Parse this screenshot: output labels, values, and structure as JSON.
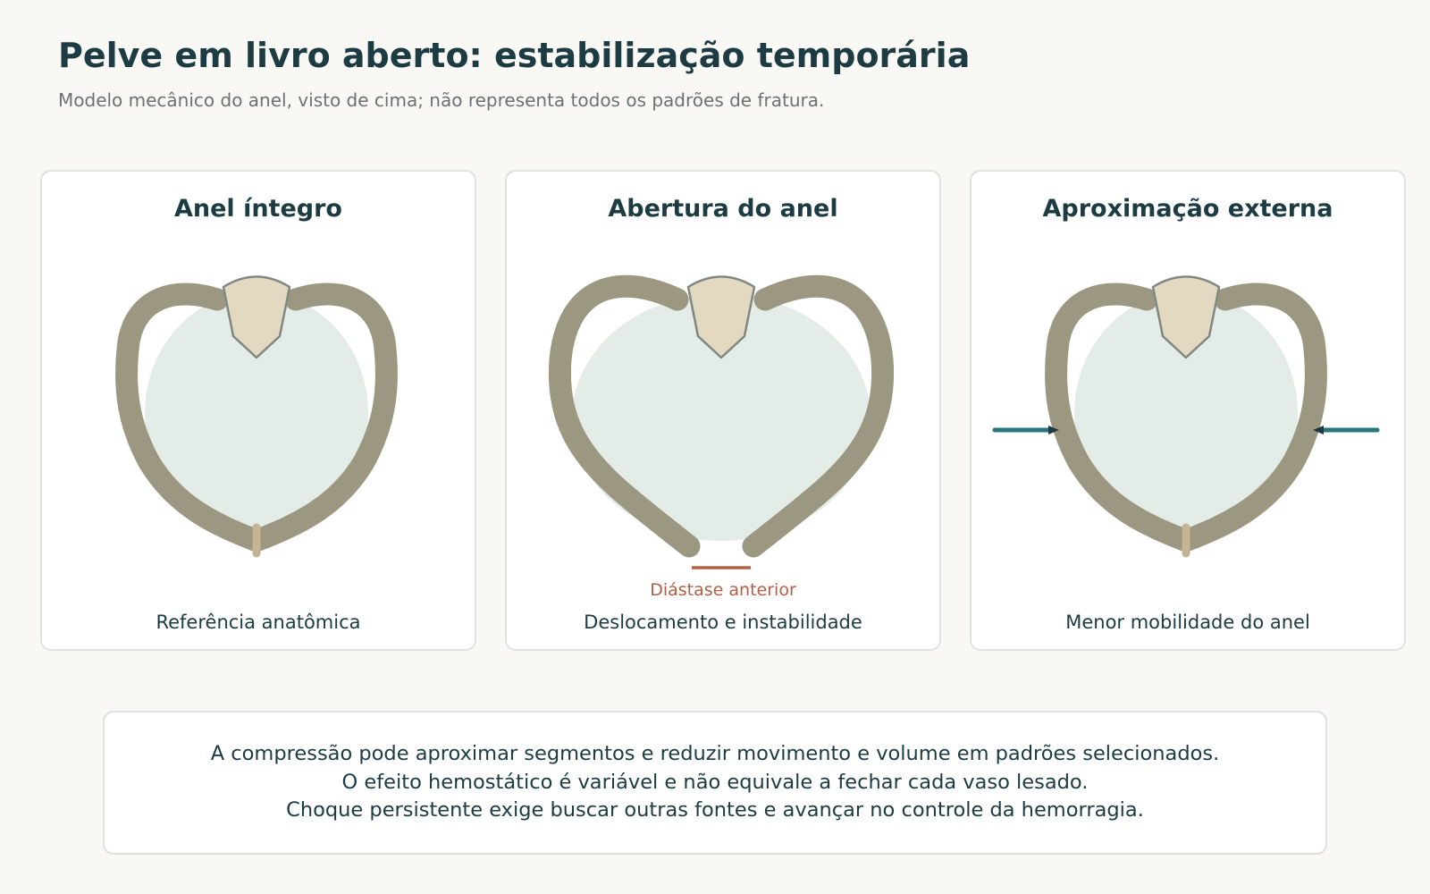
{
  "title": "Pelve em livro aberto: estabilização temporária",
  "subtitle": "Modelo mecânico do anel, visto de cima; não representa todos os padrões de fratura.",
  "panels": [
    {
      "title": "Anel íntegro",
      "caption": "Referência anatômica"
    },
    {
      "title": "Abertura do anel",
      "caption": "Deslocamento e instabilidade",
      "annotation": "Diástase anterior"
    },
    {
      "title": "Aproximação externa",
      "caption": "Menor mobilidade do anel"
    }
  ],
  "note": {
    "lines": [
      "A compressão pode aproximar segmentos e reduzir movimento e volume em padrões selecionados.",
      "O efeito hemostático é variável e não equivale a fechar cada vaso lesado.",
      "Choque persistente exige buscar outras fontes e avançar no controle da hemorragia."
    ]
  },
  "colors": {
    "bone": "#9c9781",
    "sacrum": "#e3d9c0",
    "cavity": "#e4ece8",
    "symphysis": "#c5b493",
    "diastasis": "#b35f45",
    "compression_arrow": "#2b7578",
    "text": "#1c3b42"
  }
}
